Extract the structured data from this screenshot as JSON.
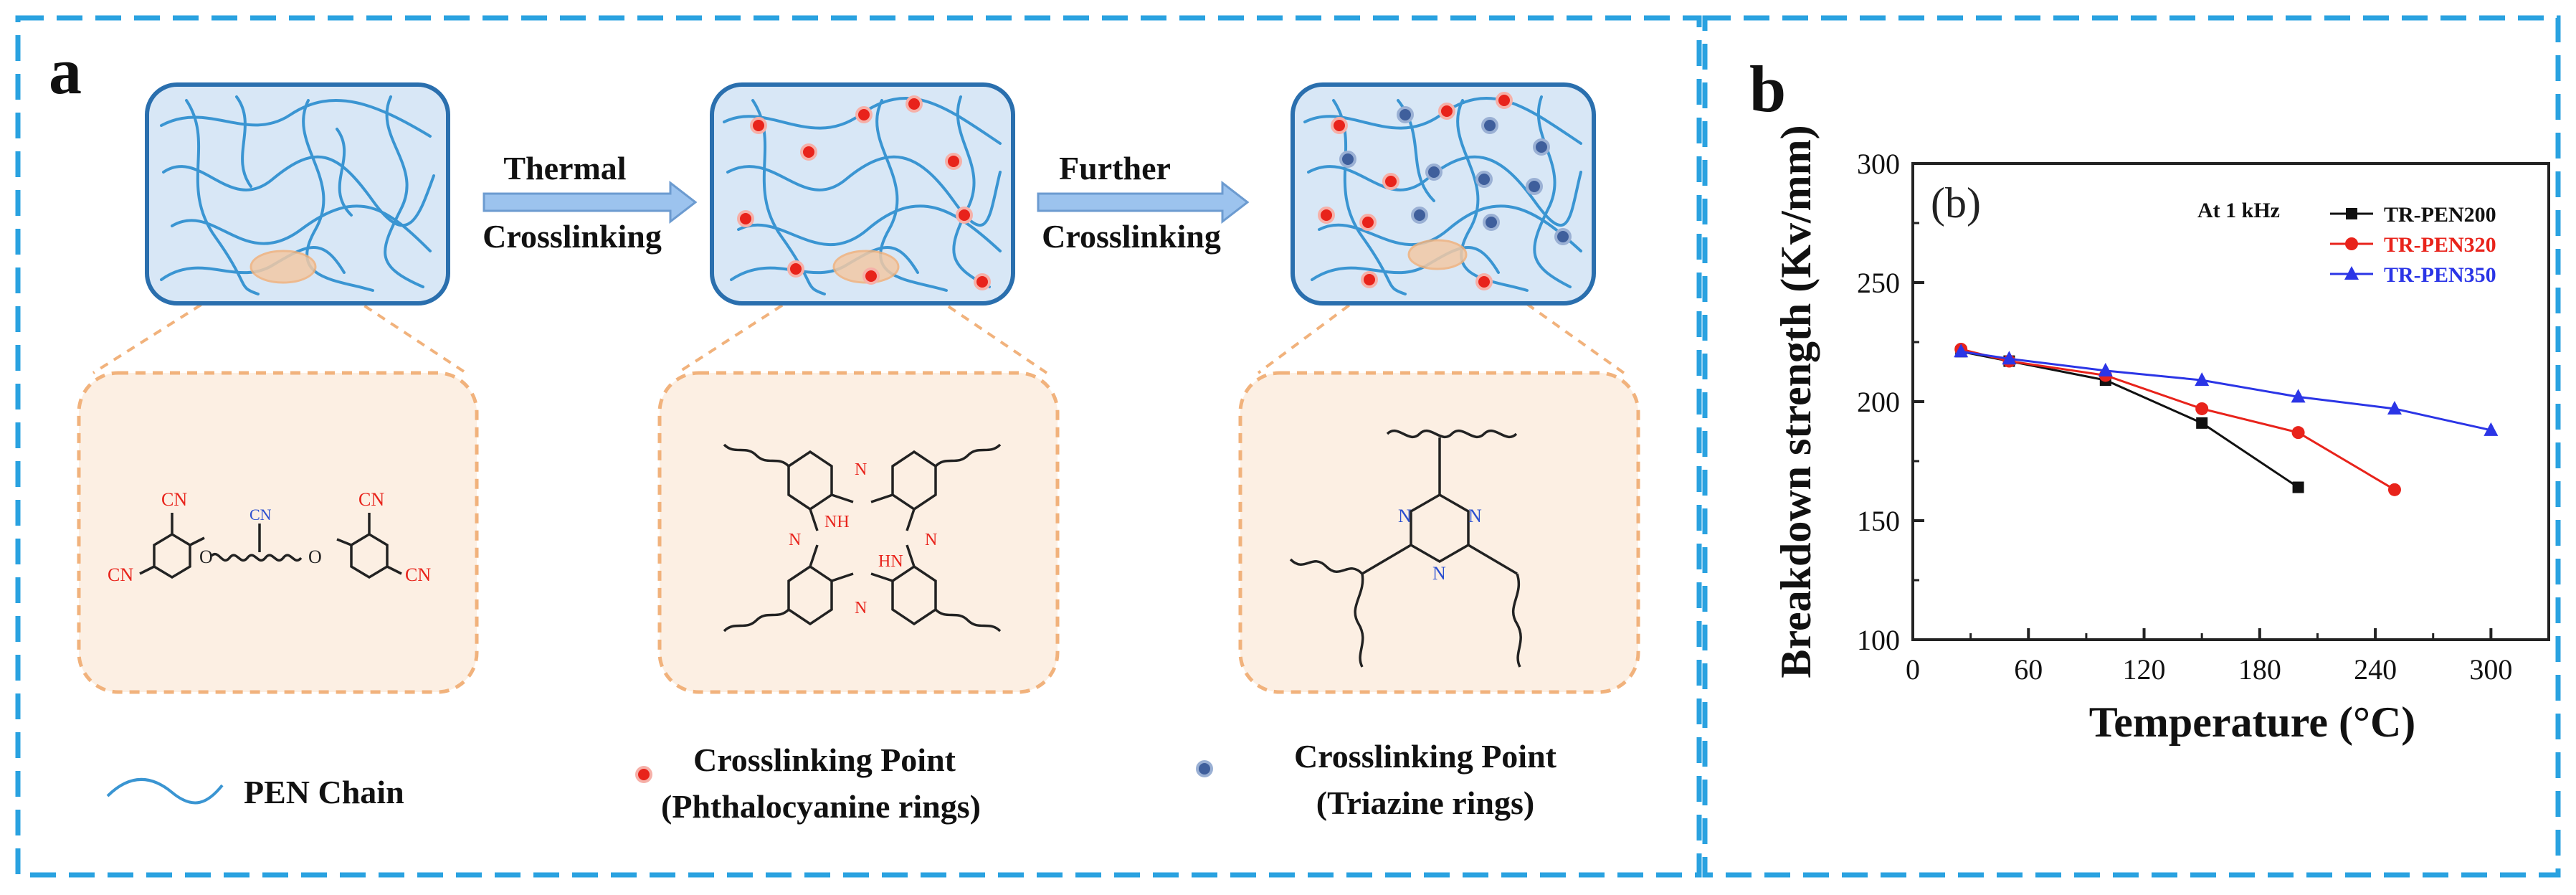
{
  "panel_a": {
    "label": "a",
    "arrow1": {
      "line1": "Thermal",
      "line2": "Crosslinking"
    },
    "arrow2": {
      "line1": "Further",
      "line2": "Crosslinking"
    },
    "legend": {
      "chain": "PEN Chain",
      "phthalocyanine": {
        "line1": "Crosslinking Point",
        "line2": "(Phthalocyanine rings)"
      },
      "triazine": {
        "line1": "Crosslinking Point",
        "line2": "(Triazine rings)"
      }
    },
    "monomer": {
      "cn": "CN",
      "o": "O"
    },
    "phthalocyanine": {
      "n": "N",
      "nh": "NH",
      "hn": "HN"
    },
    "triazine": {
      "n": "N"
    }
  },
  "panel_b": {
    "label": "b",
    "inset_label": "(b)",
    "legend_title": "At 1 kHz"
  },
  "colors": {
    "frame": "#2aa2e0",
    "network_box_fill": "#d8e7f6",
    "network_box_stroke": "#2a6fae",
    "chain": "#3a95d2",
    "phthalocyanine_point": "#e8231b",
    "triazine_point": "#3f5f9c",
    "zoom_fill": "#fcefe3",
    "zoom_stroke": "#f1b27c",
    "arrow_fill": "#9cc3ee",
    "heteroatom": "#e8231b",
    "triazine_n": "#2b4fd0"
  },
  "chart_data": {
    "type": "line",
    "xlabel": "Temperature (°C)",
    "ylabel": "Breakdown strength (Kv/mm)",
    "xlim": [
      0,
      330
    ],
    "ylim": [
      100,
      300
    ],
    "xticks": [
      0,
      60,
      120,
      180,
      240,
      300
    ],
    "yticks": [
      100,
      150,
      200,
      250,
      300
    ],
    "grid": false,
    "legend_position": "top-right",
    "series": [
      {
        "name": "TR-PEN200",
        "color": "#111111",
        "marker": "square",
        "x": [
          25,
          50,
          100,
          150,
          200
        ],
        "y": [
          221,
          217,
          209,
          191,
          164
        ]
      },
      {
        "name": "TR-PEN320",
        "color": "#e8231b",
        "marker": "circle",
        "x": [
          25,
          50,
          100,
          150,
          200,
          250
        ],
        "y": [
          222,
          217,
          211,
          197,
          187,
          163
        ]
      },
      {
        "name": "TR-PEN350",
        "color": "#2b35e6",
        "marker": "triangle",
        "x": [
          25,
          50,
          100,
          150,
          200,
          250,
          300
        ],
        "y": [
          221,
          218,
          213,
          209,
          202,
          197,
          188
        ]
      }
    ]
  }
}
